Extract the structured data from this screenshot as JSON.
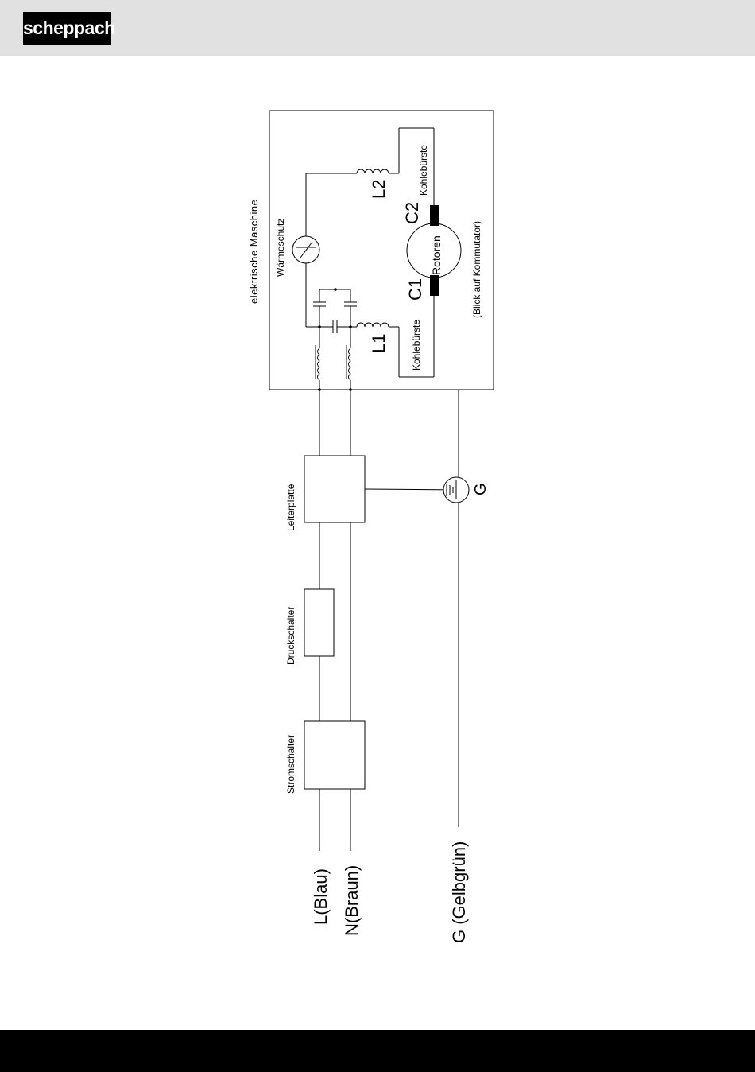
{
  "header": {
    "brand": "scheppach"
  },
  "diagram": {
    "machine_label": "elektrische  Maschine",
    "thermal_protection_label": "Wärmeschutz",
    "coil_l1_label": "L1",
    "coil_l2_label": "L2",
    "brush_c1_label": "C1",
    "brush_c2_label": "C2",
    "brush_left_label": "Kohlebürste",
    "brush_right_label": "Kohlebürste",
    "rotor_label": "Rotoren",
    "commutator_note": "(Blick auf Kommutator)",
    "pcb_label": "Leiterplatte",
    "pressure_switch_label": "Druckschalter",
    "power_switch_label": "Stromschalter",
    "ground_symbol_label": "G",
    "live_label": "L(Blau)",
    "neutral_label": "N(Braun)",
    "ground_label": "G (Gelbgrün)"
  },
  "colors": {
    "header_bg": "#e1e1e1",
    "logo_bg": "#000000",
    "footer_bg": "#000000",
    "line": "#000000"
  }
}
